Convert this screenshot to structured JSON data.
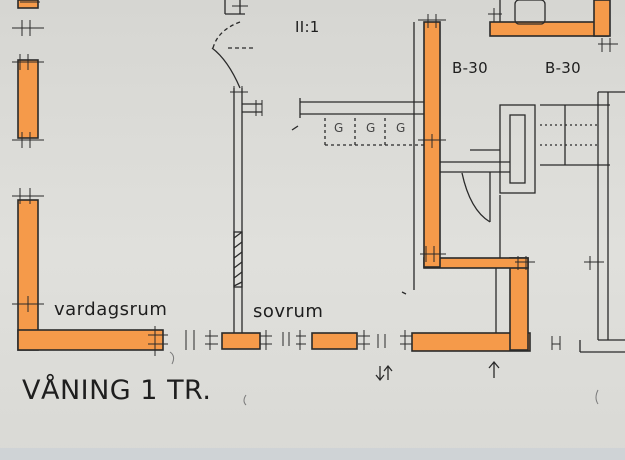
{
  "plan": {
    "title": "VÅNING 1 TR.",
    "scale_mark": "II:1",
    "rooms": {
      "living": "vardagsrum",
      "bedroom": "sovrum"
    },
    "tags": [
      "B-30",
      "B-30"
    ],
    "g_marks": [
      "G",
      "G",
      "G"
    ],
    "colors": {
      "wall_fill": "#f59a4a",
      "ink": "#2a2a2a",
      "paper": "#dcdcd8"
    }
  }
}
